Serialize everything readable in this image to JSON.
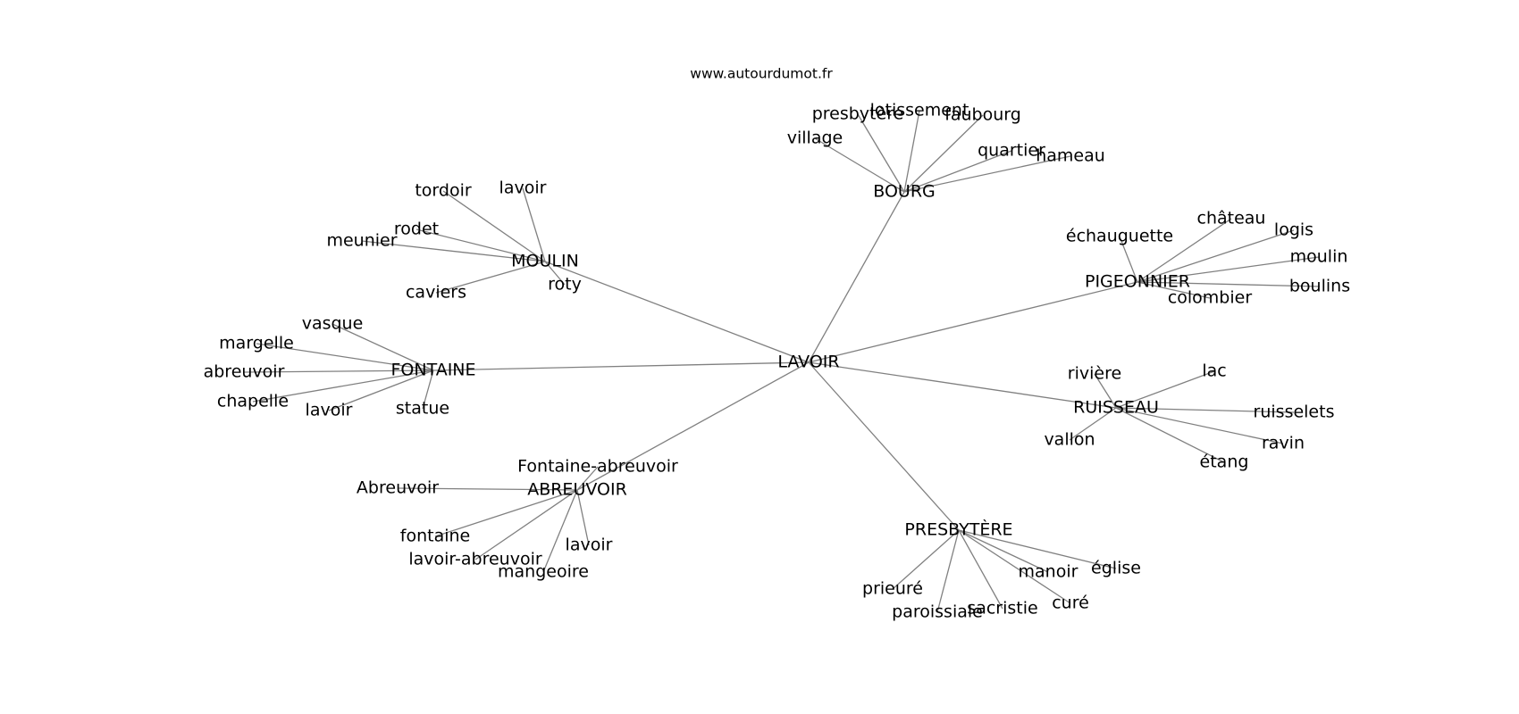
{
  "source": "www.autourdumot.fr",
  "center": "LAVOIR",
  "clusters": [
    {
      "label": "MOULIN",
      "words": [
        "tordoir",
        "lavoir",
        "rodet",
        "meunier",
        "caviers",
        "roty"
      ]
    },
    {
      "label": "BOURG",
      "words": [
        "presbytère",
        "lotissement",
        "faubourg",
        "village",
        "quartier",
        "hameau"
      ]
    },
    {
      "label": "PIGEONNIER",
      "words": [
        "échauguette",
        "château",
        "logis",
        "moulin",
        "boulins",
        "colombier"
      ]
    },
    {
      "label": "FONTAINE",
      "words": [
        "vasque",
        "margelle",
        "abreuvoir",
        "chapelle",
        "lavoir",
        "statue"
      ]
    },
    {
      "label": "RUISSEAU",
      "words": [
        "rivière",
        "lac",
        "ruisselets",
        "ravin",
        "étang",
        "vallon"
      ]
    },
    {
      "label": "ABREUVOIR",
      "words": [
        "Fontaine-abreuvoir",
        "Abreuvoir",
        "fontaine",
        "lavoir-abreuvoir",
        "mangeoire",
        "lavoir"
      ]
    },
    {
      "label": "PRESBYTÈRE",
      "words": [
        "église",
        "manoir",
        "curé",
        "sacristie",
        "paroissiale",
        "prieuré"
      ]
    }
  ]
}
